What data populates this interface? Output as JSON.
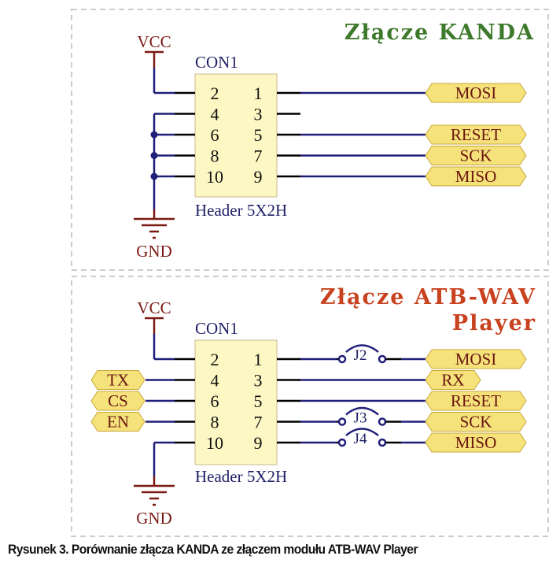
{
  "colors": {
    "wire": "#1f1f7a",
    "pin": "#000000",
    "power": "#7a1a12",
    "connector_fill": "#fdf7c3",
    "connector_stroke": "#c9b98a",
    "label_fill": "#f5e27a",
    "label_stroke": "#c8a83a",
    "label_text": "#6a1510",
    "designator": "#1f1f66",
    "title_top": "#3e7a2c",
    "title_bottom": "#c8421f",
    "border": "#cccccc"
  },
  "panels": [
    {
      "title_lines": [
        "Złącze KANDA"
      ],
      "power_top": "VCC",
      "power_bottom": "GND",
      "designator": "CON1",
      "part_name": "Header 5X2H",
      "left_pins": [
        "2",
        "4",
        "6",
        "8",
        "10"
      ],
      "right_pins": [
        "1",
        "3",
        "5",
        "7",
        "9"
      ],
      "right_labels": [
        "MOSI",
        "",
        "RESET",
        "SCK",
        "MISO"
      ],
      "left_labels": [
        "",
        "",
        "",
        "",
        ""
      ],
      "jumpers": []
    },
    {
      "title_lines": [
        "Złącze ATB-WAV",
        "Player"
      ],
      "power_top": "VCC",
      "power_bottom": "GND",
      "designator": "CON1",
      "part_name": "Header 5X2H",
      "left_pins": [
        "2",
        "4",
        "6",
        "8",
        "10"
      ],
      "right_pins": [
        "1",
        "3",
        "5",
        "7",
        "9"
      ],
      "right_labels": [
        "MOSI",
        "RX",
        "RESET",
        "SCK",
        "MISO"
      ],
      "left_labels": [
        "",
        "TX",
        "CS",
        "EN",
        ""
      ],
      "jumpers": [
        {
          "row": 0,
          "name": "J2"
        },
        {
          "row": 3,
          "name": "J3"
        },
        {
          "row": 4,
          "name": "J4"
        }
      ]
    }
  ],
  "caption": "Rysunek 3. Porównanie złącza KANDA ze złączem modułu ATB-WAV Player"
}
